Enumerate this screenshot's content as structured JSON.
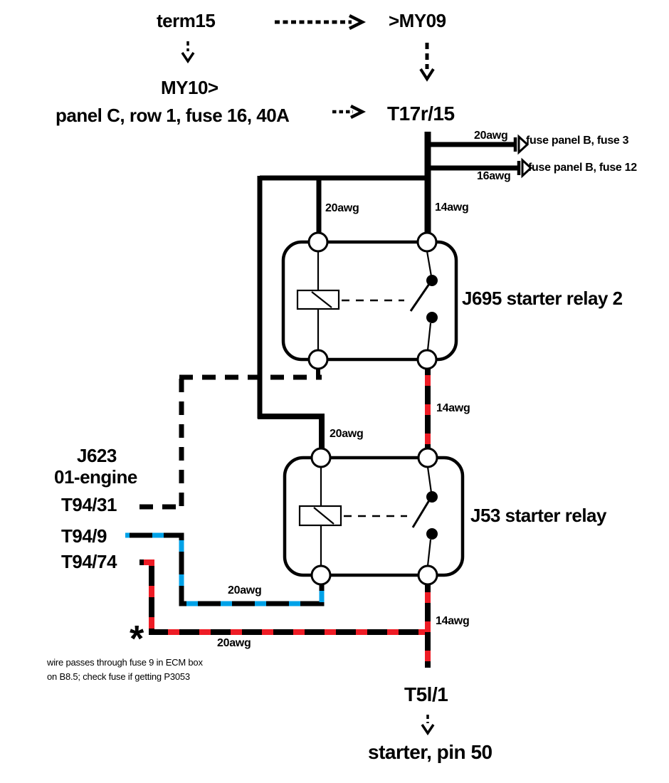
{
  "title_flow": {
    "term15": "term15",
    "my09": ">MY09",
    "my10": "MY10>",
    "panel": "panel C, row 1, fuse 16, 40A",
    "t17r15": "T17r/15"
  },
  "branch_fuse3": {
    "awg": "20awg",
    "label": "fuse panel B, fuse 3"
  },
  "branch_fuse12": {
    "awg": "16awg",
    "label": "fuse panel B, fuse 12"
  },
  "wires": {
    "awg20_to_j695": "20awg",
    "awg14_to_j695": "14awg",
    "awg14_j695_to_j53": "14awg",
    "awg20_to_j53": "20awg",
    "awg20_t94_9": "20awg",
    "awg20_t94_74": "20awg",
    "awg14_to_t5l": "14awg"
  },
  "relay_j695": {
    "label": "J695 starter relay 2"
  },
  "relay_j53": {
    "label": "J53 starter relay"
  },
  "connector_j623": {
    "name": "J623",
    "location": "01-engine",
    "pin31": "T94/31",
    "pin9": "T94/9",
    "pin74": "T94/74"
  },
  "footnote": {
    "marker": "*",
    "line1": "wire passes through fuse 9 in ECM box",
    "line2": "on B8.5; check fuse if getting P3053"
  },
  "output": {
    "t5l1": "T5l/1",
    "starter": "starter, pin 50"
  },
  "colors": {
    "wire": "#000000",
    "stripe_red": "#ee1c25",
    "stripe_blue": "#00a2e8"
  }
}
